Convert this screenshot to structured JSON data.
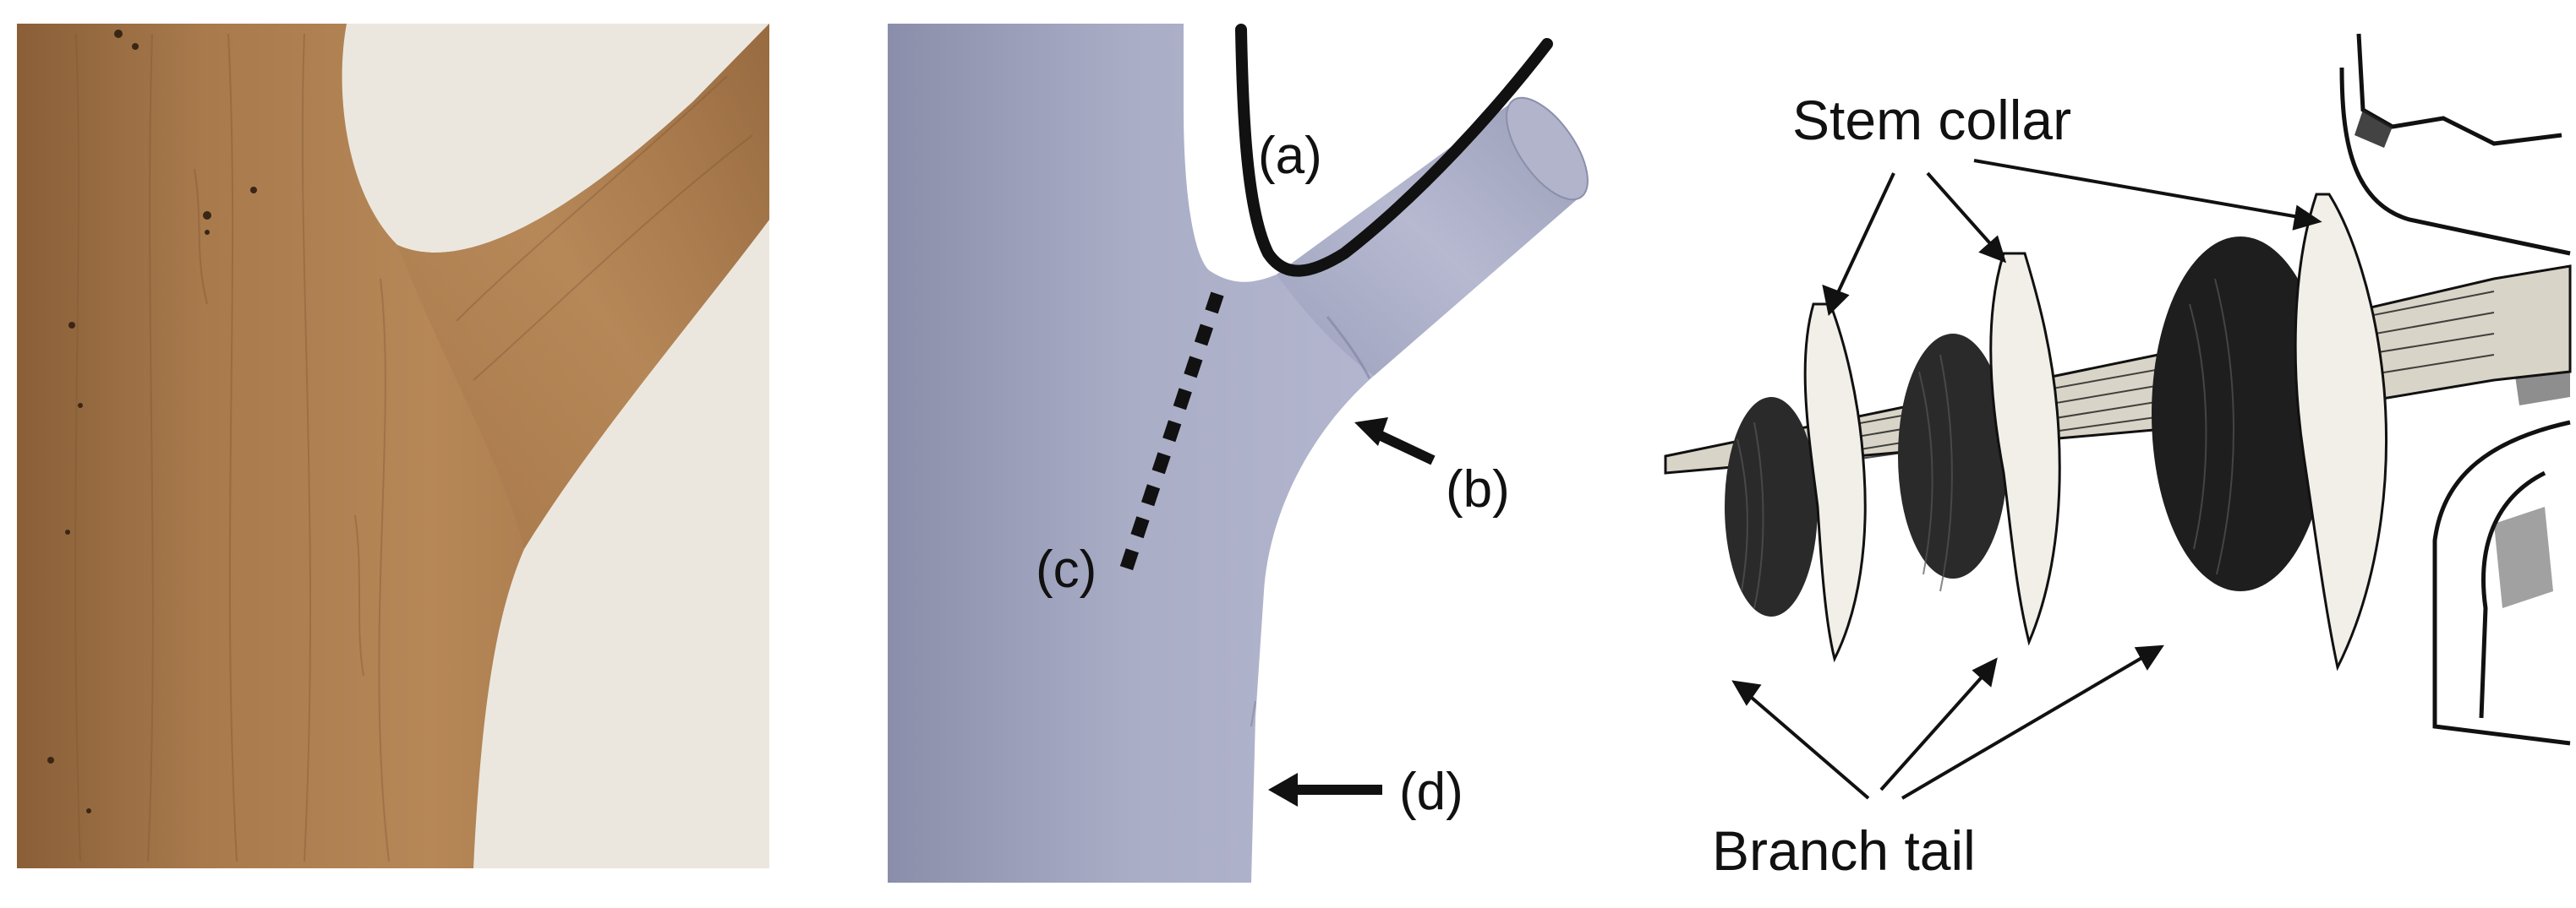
{
  "figure": {
    "panels": [
      {
        "id": "photo",
        "description_visible": false
      },
      {
        "id": "model",
        "labels": {
          "a": "(a)",
          "b": "(b)",
          "c": "(c)",
          "d": "(d)"
        }
      },
      {
        "id": "sketch",
        "labels": {
          "stem_collar": "Stem collar",
          "branch_tail": "Branch tail"
        }
      }
    ]
  },
  "colors": {
    "wood": "#a87a4c",
    "wood_dark": "#7d5531",
    "wall": "#e9e4da",
    "model_fill": "#a7aac4",
    "model_shade": "#8d90ad",
    "ink": "#111111"
  }
}
